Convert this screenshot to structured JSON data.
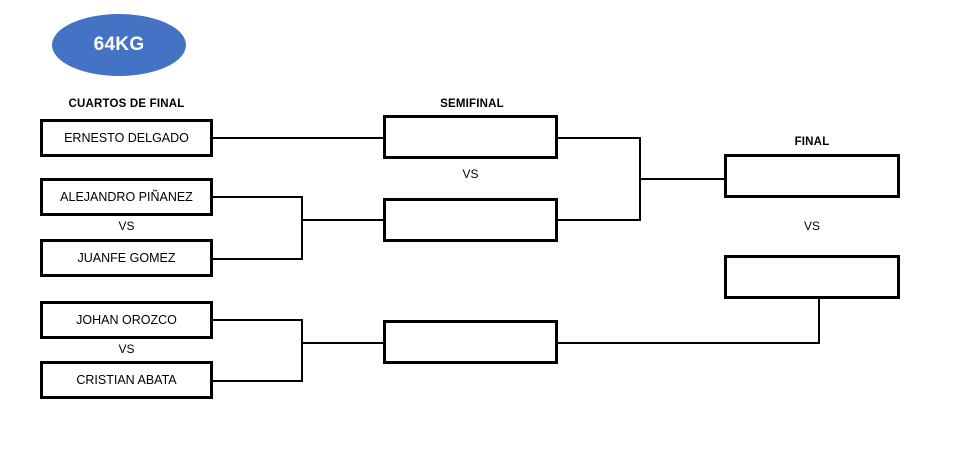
{
  "badge": {
    "label": "64KG",
    "color": "#4472C4",
    "text_color": "#ffffff",
    "shape": "ellipse"
  },
  "rounds": [
    {
      "id": "quarterfinals",
      "title": "CUARTOS DE FINAL"
    },
    {
      "id": "semifinal",
      "title": "SEMIFINAL"
    },
    {
      "id": "final",
      "title": "FINAL"
    }
  ],
  "quarterfinals": {
    "title": "CUARTOS DE FINAL",
    "matches": [
      {
        "id": "qf-1",
        "competitors": [
          {
            "name": "ERNESTO DELGADO"
          }
        ],
        "vs": ""
      },
      {
        "id": "qf-2",
        "vs": "VS",
        "competitors": [
          {
            "name": "ALEJANDRO PIÑANEZ"
          },
          {
            "name": "JUANFE GOMEZ"
          }
        ]
      },
      {
        "id": "qf-3",
        "vs": "VS",
        "competitors": [
          {
            "name": "JOHAN OROZCO"
          },
          {
            "name": "CRISTIAN ABATA"
          }
        ]
      }
    ]
  },
  "semifinal": {
    "title": "SEMIFINAL",
    "vs": "VS",
    "slots": [
      {
        "id": "sf-1",
        "name": ""
      },
      {
        "id": "sf-2",
        "name": ""
      },
      {
        "id": "sf-3",
        "name": ""
      }
    ]
  },
  "final": {
    "title": "FINAL",
    "vs": "VS",
    "slots": [
      {
        "id": "final-top",
        "name": ""
      },
      {
        "id": "final-bottom",
        "name": ""
      }
    ]
  },
  "theme": {
    "line_color": "#000000",
    "box_border": "#000000",
    "background": "#ffffff"
  }
}
